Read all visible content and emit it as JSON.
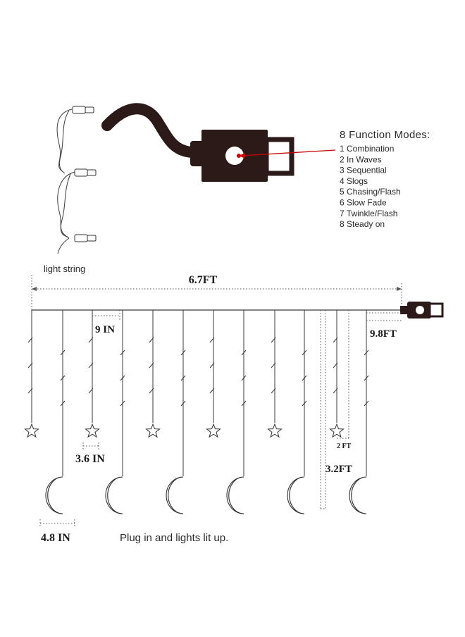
{
  "modes": {
    "title": "8 Function Modes:",
    "items": [
      "1 Combination",
      "2 In Waves",
      "3 Sequential",
      "4 Slogs",
      "5 Chasing/Flash",
      "6 Slow Fade",
      "7 Twinkle/Flash",
      "8 Steady on"
    ]
  },
  "labels": {
    "light_string": "light string",
    "width": "6.7FT",
    "gap_short": "9 IN",
    "total_drop": "9.8FT",
    "star_spacing": "3.6 IN",
    "star_drop": "2 FT",
    "moon_drop": "3.2FT",
    "moon_width": "4.8 IN",
    "caption": "Plug in and lights lit up."
  },
  "colors": {
    "line": "#3a3a3a",
    "controller": "#2b1a17",
    "arrow": "#cc0000",
    "text": "#2a2a2a"
  }
}
